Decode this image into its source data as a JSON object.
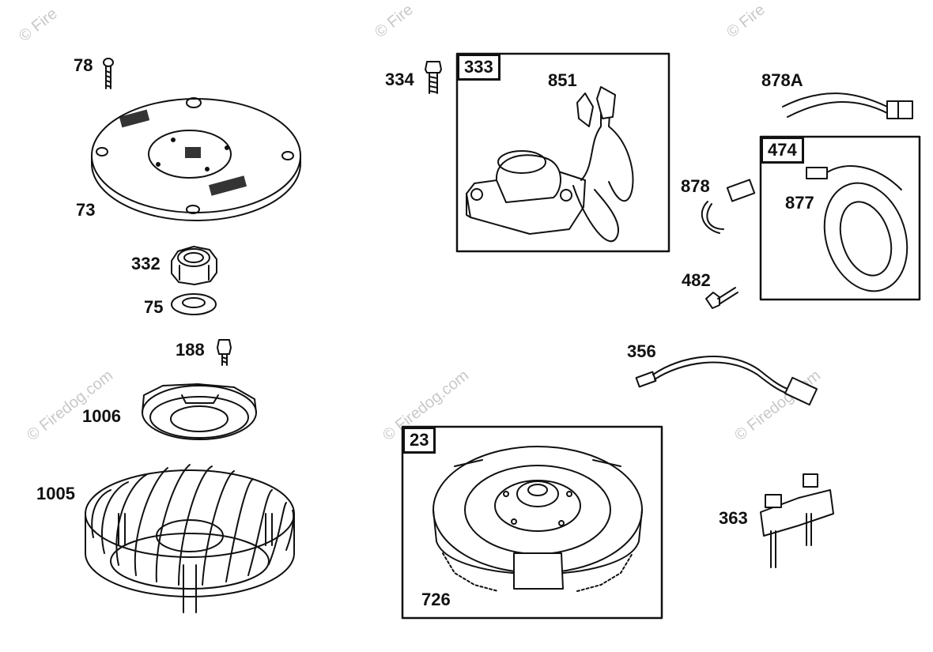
{
  "watermark": "© Firedog.com",
  "watermark_partial": "© Fire",
  "parts": {
    "p78": "78",
    "p73": "73",
    "p332": "332",
    "p75": "75",
    "p188": "188",
    "p1006": "1006",
    "p1005": "1005",
    "p334": "334",
    "p851": "851",
    "p878A": "878A",
    "p878": "878",
    "p877": "877",
    "p482": "482",
    "p356": "356",
    "p726": "726",
    "p363": "363"
  },
  "boxes": {
    "b333": "333",
    "b474": "474",
    "b23": "23"
  },
  "colors": {
    "line": "#111111",
    "watermark": "#c8c8c8"
  }
}
